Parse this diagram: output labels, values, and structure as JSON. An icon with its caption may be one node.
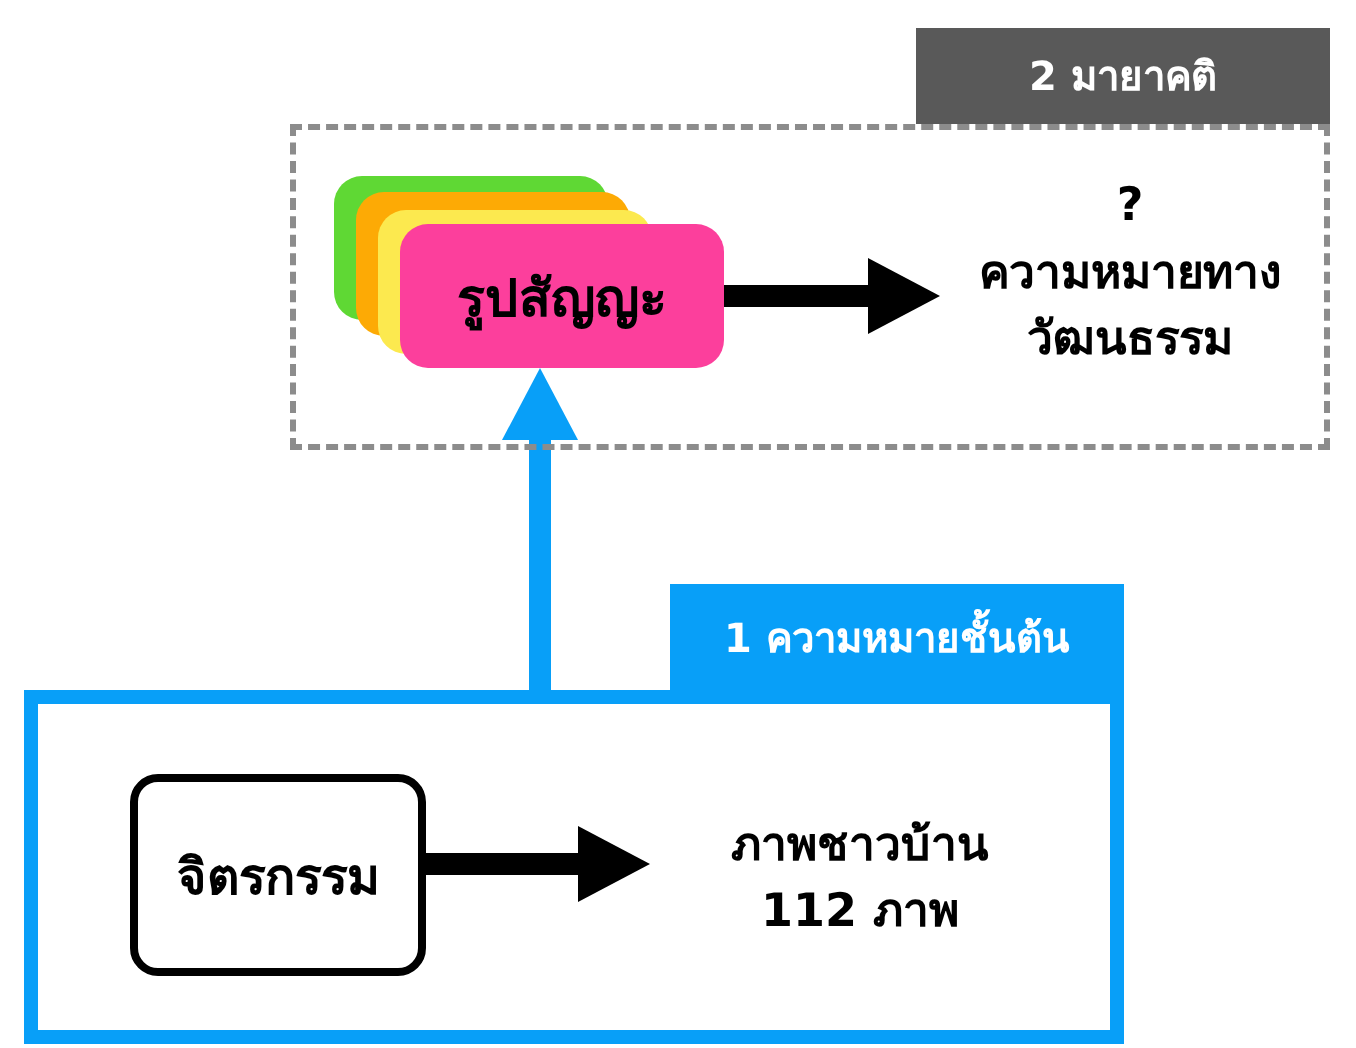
{
  "diagram": {
    "nodes": [
      {
        "text": [
          "2 มายาคติ"
        ]
      },
      {
        "text": [
          "รูปสัญญะ"
        ],
        "in": 0
      },
      {
        "text": [
          "?",
          "ความหมายทางวัฒนธรรม"
        ],
        "in": 0
      },
      {
        "text": [
          "1 ความหมายชั้นต้น"
        ]
      },
      {
        "text": [
          "จิตรกรรม"
        ],
        "in": 3
      },
      {
        "text": [
          "ภาพชาวบ้าน 112 ภาพ"
        ],
        "in": 3
      }
    ],
    "edges": [
      {
        "from": 1,
        "to": 2,
        "arrow": "to"
      },
      {
        "from": 3,
        "to": 1,
        "arrow": "to",
        "color": "#089ff8"
      },
      {
        "from": 4,
        "to": 5,
        "arrow": "to"
      }
    ]
  }
}
